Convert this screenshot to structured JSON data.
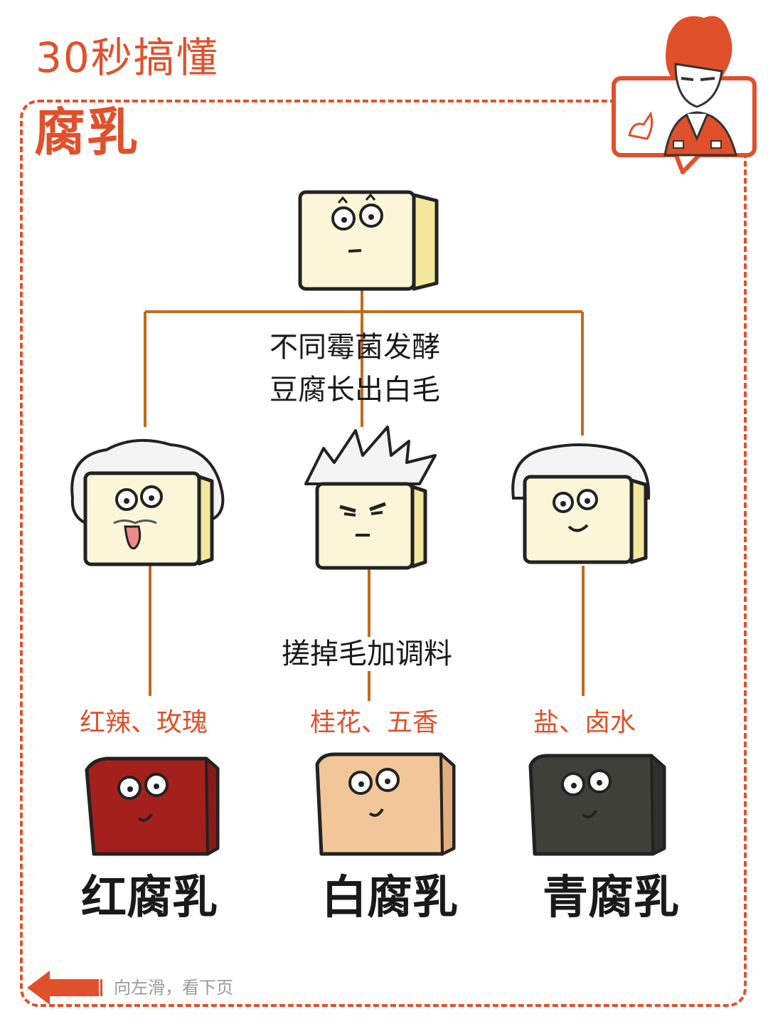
{
  "header": {
    "series_title": "30秒搞懂",
    "main_title": "腐乳"
  },
  "diagram": {
    "step1_line1": "不同霉菌发酵",
    "step1_line2": "豆腐长出白毛",
    "step2": "搓掉毛加调料",
    "branches": [
      {
        "seasoning": "红辣、玫瑰",
        "result": "红腐乳",
        "color": "#a3201c"
      },
      {
        "seasoning": "桂花、五香",
        "result": "白腐乳",
        "color": "#f1c79a"
      },
      {
        "seasoning": "盐、卤水",
        "result": "青腐乳",
        "color": "#3f403a"
      }
    ]
  },
  "footer": {
    "swipe_hint": "向左滑，看下页"
  },
  "colors": {
    "accent": "#e0502a",
    "connector": "#c46a1e",
    "tofu": "#fbf6d8",
    "tofu_side": "#f3e79e"
  }
}
